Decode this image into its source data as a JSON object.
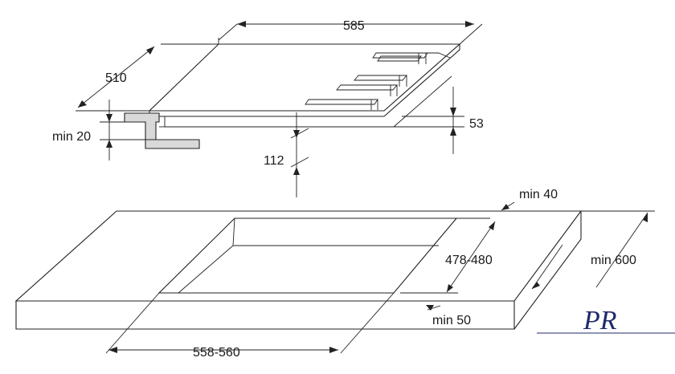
{
  "dimensions": {
    "width": "585",
    "depth": "510",
    "min_20": "min 20",
    "height_53": "53",
    "height_112": "112",
    "min_40": "min 40",
    "cutout_depth": "478-480",
    "min_600": "min 600",
    "min_50": "min 50",
    "cutout_width": "558-560"
  },
  "logo": {
    "letters": "PR",
    "color": "#1f2a6b"
  }
}
